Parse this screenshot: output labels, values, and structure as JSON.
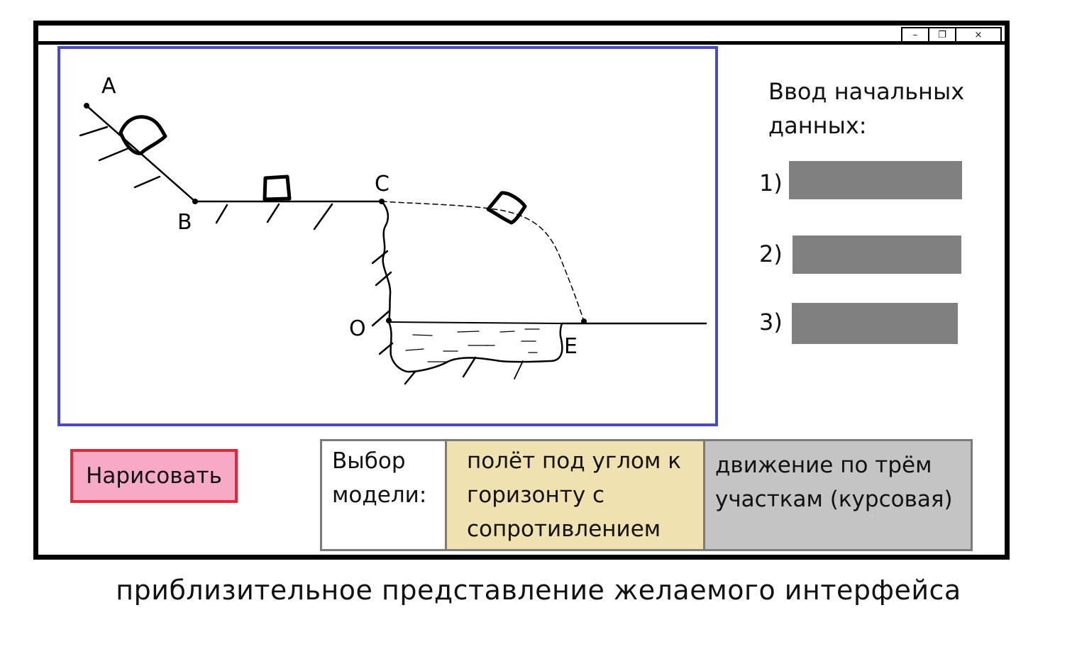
{
  "window": {
    "controls": {
      "minimize": "–",
      "maximize": "❐",
      "close": "×"
    }
  },
  "canvas": {
    "border_color": "#4a4ac8",
    "points": {
      "a": "A",
      "b": "B",
      "c": "C",
      "o": "O",
      "e": "E"
    }
  },
  "input_panel": {
    "title": "Ввод начальных данных:",
    "fields": [
      {
        "label": "1)",
        "value": ""
      },
      {
        "label": "2)",
        "value": ""
      },
      {
        "label": "3)",
        "value": ""
      }
    ],
    "field_color": "#808080"
  },
  "draw_button": {
    "label": "Нарисовать",
    "bg": "#f8a9c6",
    "border": "#e32636"
  },
  "model_select": {
    "label": "Выбор модели:",
    "options": [
      {
        "label": "полёт под углом к горизонту с сопротивлением",
        "bg": "#efe2b0"
      },
      {
        "label": "движение по трём участкам (курсовая)",
        "bg": "#c4c4c4"
      }
    ]
  },
  "caption": "приблизительное представление желаемого интерфейса"
}
